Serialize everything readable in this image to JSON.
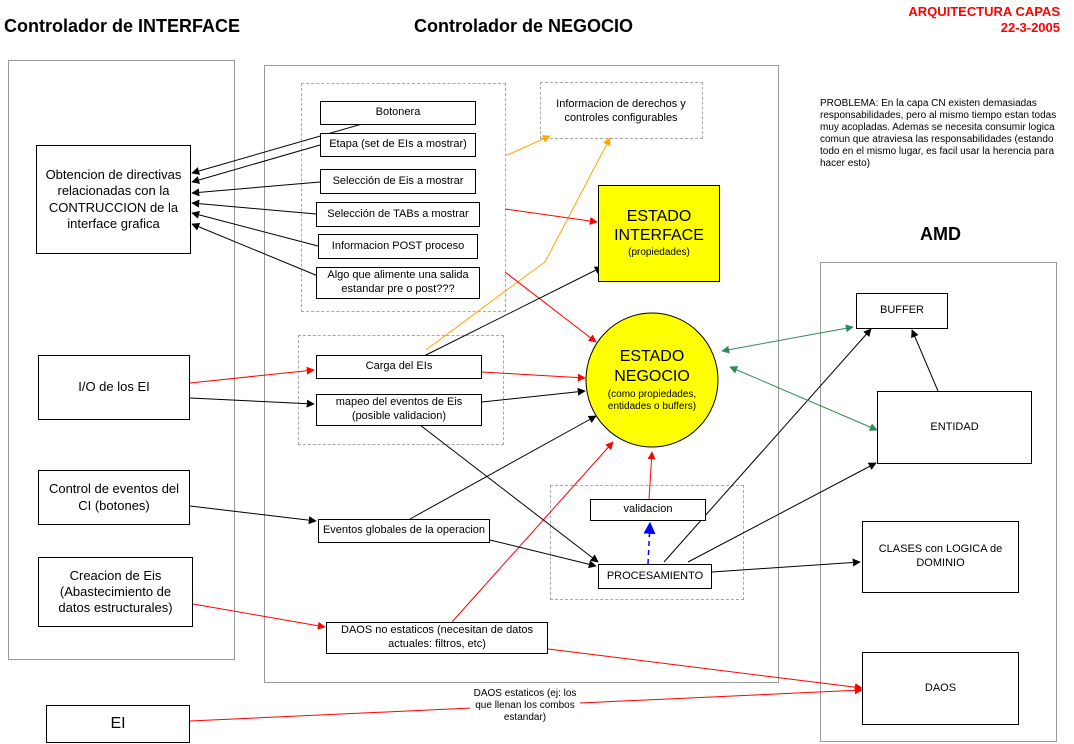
{
  "corner": {
    "title": "ARQUITECTURA CAPAS",
    "date": "22-3-2005"
  },
  "headers": {
    "interface": "Controlador de INTERFACE",
    "negocio": "Controlador de NEGOCIO",
    "amd": "AMD"
  },
  "problem_note": "PROBLEMA: En la capa CN existen demasiadas responsabilidades, pero al mismo tiempo estan todas muy acopladas. Ademas se necesita consumir logica comun que atraviesa las responsabilidades (estando todo en el mismo lugar, es facil usar la herencia para hacer esto)",
  "left_boxes": {
    "obtencion": "Obtencion de directivas relacionadas con la CONTRUCCION de la interface grafica",
    "io": "I/O de los EI",
    "control": "Control de eventos del CI (botones)",
    "creacion": "Creacion de Eis (Abastecimiento de datos estructurales)",
    "ei": "EI"
  },
  "ui_boxes": {
    "botonera": "Botonera",
    "etapa": "Etapa (set de EIs a mostrar)",
    "seleccion_eis": "Selección de Eis a mostrar",
    "seleccion_tabs": "Selección de TABs a mostrar",
    "info_post": "Informacion POST proceso",
    "algo": "Algo que alimente una salida estandar pre o post???"
  },
  "info_derechos": "Informacion de derechos y controles configurables",
  "estado_interface": {
    "title": "ESTADO INTERFACE",
    "sub": "(propiedades)"
  },
  "estado_negocio": {
    "title": "ESTADO NEGOCIO",
    "sub": "(como propiedades, entidades o buffers)"
  },
  "mid_boxes": {
    "carga": "Carga del EIs",
    "mapeo": "mapeo del eventos de Eis (posible validacion)",
    "eventos": "Eventos globales de la operacion",
    "validacion": "validacion",
    "procesamiento": "PROCESAMIENTO",
    "daos_no": "DAOS no estaticos (necesitan de datos actuales: filtros, etc)"
  },
  "amd_boxes": {
    "buffer": "BUFFER",
    "entidad": "ENTIDAD",
    "clases": "CLASES con LOGICA de DOMINIO",
    "daos": "DAOS"
  },
  "daos_estaticos_label": "DAOS estaticos (ej: los que llenan los combos estandar)",
  "colors": {
    "red": "#ff0000",
    "orange": "#ffa500",
    "green": "#2e8b57",
    "blue": "#0000ff",
    "yellow": "#ffff00"
  }
}
